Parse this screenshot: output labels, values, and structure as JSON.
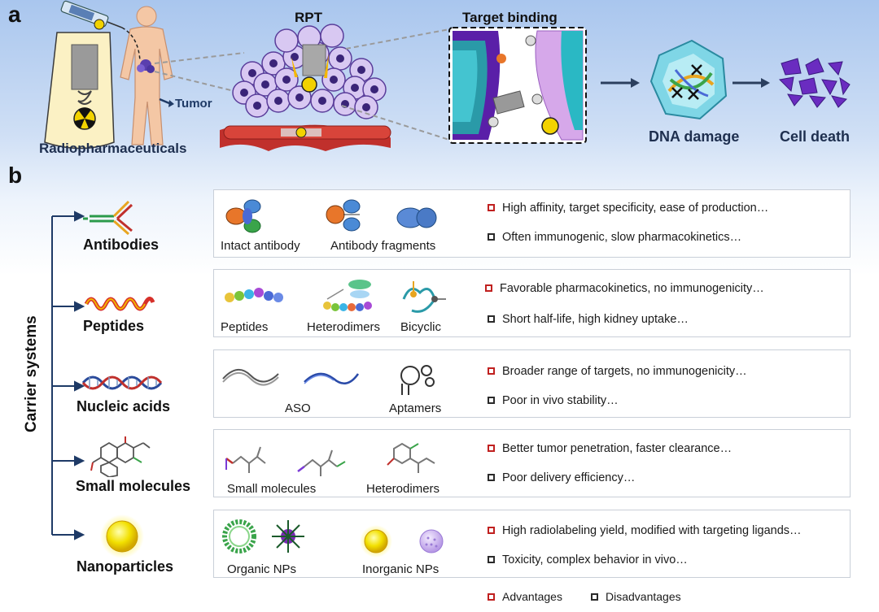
{
  "panel_a": {
    "letter": "a",
    "radiopharmaceuticals": "Radiopharmaceuticals",
    "tumor": "Tumor",
    "rpt": "RPT",
    "target_binding": "Target binding",
    "dna_damage": "DNA damage",
    "cell_death": "Cell death"
  },
  "panel_b": {
    "letter": "b",
    "axis_label": "Carrier systems",
    "rows": [
      {
        "name": "Antibodies",
        "items": [
          "Intact antibody",
          "Antibody fragments"
        ],
        "advantage": "High affinity, target specificity, ease of production…",
        "disadvantage": "Often immunogenic, slow pharmacokinetics…"
      },
      {
        "name": "Peptides",
        "items": [
          "Peptides",
          "Heterodimers",
          "Bicyclic"
        ],
        "advantage": "Favorable pharmacokinetics, no immunogenicity…",
        "disadvantage": "Short half-life, high kidney uptake…"
      },
      {
        "name": "Nucleic acids",
        "items": [
          "ASO",
          "Aptamers"
        ],
        "advantage": "Broader range of targets, no immunogenicity…",
        "disadvantage": "Poor in vivo stability…"
      },
      {
        "name": "Small molecules",
        "items": [
          "Small molecules",
          "Heterodimers"
        ],
        "advantage": "Better tumor penetration, faster clearance…",
        "disadvantage": "Poor delivery efficiency…"
      },
      {
        "name": "Nanoparticles",
        "items": [
          "Organic NPs",
          "Inorganic NPs"
        ],
        "advantage": "High radiolabeling yield, modified with targeting ligands…",
        "disadvantage": "Toxicity, complex behavior in vivo…"
      }
    ],
    "legend": {
      "advantages": "Advantages",
      "disadvantages": "Disadvantages"
    }
  },
  "colors": {
    "advantage_marker": "#c0201f",
    "disadvantage_marker": "#2a2a2a",
    "axis": "#1e3a66",
    "label_dark_blue": "#1e2f4f"
  }
}
